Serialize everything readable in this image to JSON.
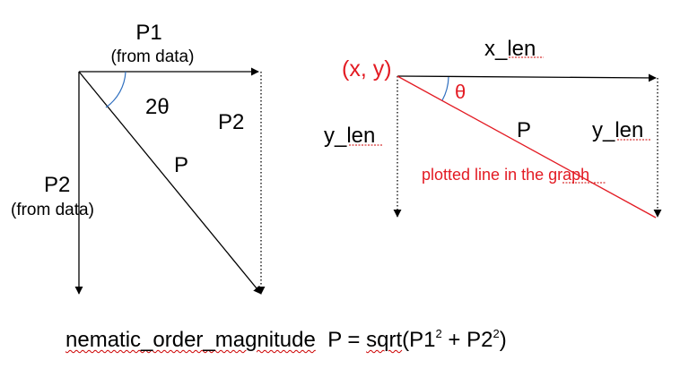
{
  "left_diagram": {
    "p1_label": "P1",
    "p1_note": "(from data)",
    "angle_label": "2θ",
    "p2_right_label": "P2",
    "p_label": "P",
    "p2_left_label": "P2",
    "p2_note": "(from data)"
  },
  "right_diagram": {
    "origin_label": "(x, y)",
    "x_len_label": "x_len",
    "theta_label": "θ",
    "y_len_left_label": "y_len",
    "p_label": "P",
    "y_len_right_label": "y_len",
    "plotted_line_label": "plotted line in the graph"
  },
  "formula": {
    "name": "nematic_order_magnitude",
    "lhs": "P = ",
    "func": "sqrt",
    "open": "(P1",
    "exp1": "2",
    "plus": " + P2",
    "exp2": "2",
    "close": ")"
  },
  "colors": {
    "line": "#000000",
    "red": "#e31b23",
    "angle_arc": "#2f6fbf",
    "spell_underline": "#cc0000"
  }
}
